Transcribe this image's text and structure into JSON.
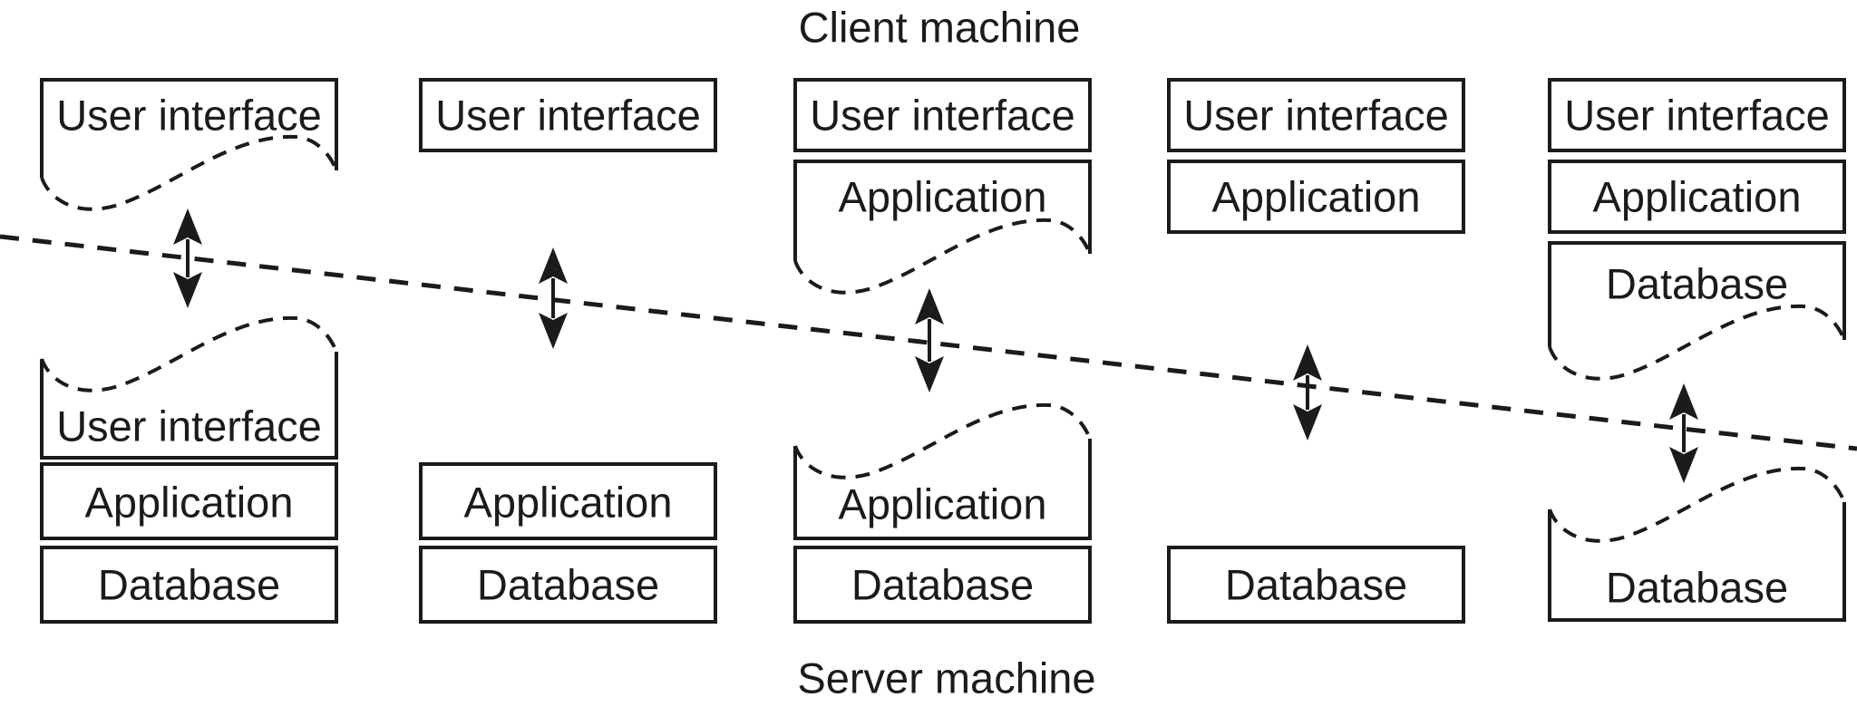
{
  "titles": {
    "client": "Client machine",
    "server": "Server machine"
  },
  "columns": [
    {
      "id": "a",
      "client": [
        {
          "label": "User interface",
          "torn": "bottom"
        }
      ],
      "server": [
        {
          "label": "User interface",
          "torn": "top"
        },
        {
          "label": "Application",
          "torn": "none"
        },
        {
          "label": "Database",
          "torn": "none"
        }
      ],
      "connector": "double-headed-vertical-arrow"
    },
    {
      "id": "b",
      "client": [
        {
          "label": "User interface",
          "torn": "none"
        }
      ],
      "server": [
        {
          "label": "Application",
          "torn": "none"
        },
        {
          "label": "Database",
          "torn": "none"
        }
      ],
      "connector": "double-headed-vertical-arrow"
    },
    {
      "id": "c",
      "client": [
        {
          "label": "User interface",
          "torn": "none"
        },
        {
          "label": "Application",
          "torn": "bottom"
        }
      ],
      "server": [
        {
          "label": "Application",
          "torn": "top"
        },
        {
          "label": "Database",
          "torn": "none"
        }
      ],
      "connector": "double-headed-vertical-arrow"
    },
    {
      "id": "d",
      "client": [
        {
          "label": "User interface",
          "torn": "none"
        },
        {
          "label": "Application",
          "torn": "none"
        }
      ],
      "server": [
        {
          "label": "Database",
          "torn": "none"
        }
      ],
      "connector": "double-headed-vertical-arrow"
    },
    {
      "id": "e",
      "client": [
        {
          "label": "User interface",
          "torn": "none"
        },
        {
          "label": "Application",
          "torn": "none"
        },
        {
          "label": "Database",
          "torn": "bottom"
        }
      ],
      "server": [
        {
          "label": "Database",
          "torn": "top"
        }
      ],
      "connector": "double-headed-vertical-arrow"
    }
  ],
  "boundary": {
    "style": "dashed-diagonal",
    "separates": [
      "Client machine",
      "Server machine"
    ]
  },
  "colors": {
    "ink": "#1b1b1b",
    "background": "#ffffff"
  }
}
